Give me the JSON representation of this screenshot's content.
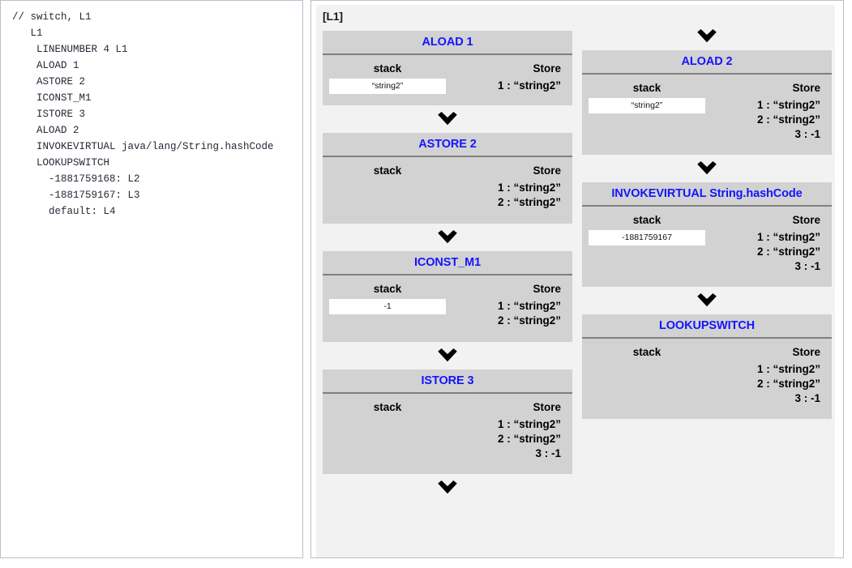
{
  "code_panel": {
    "lines": [
      "// switch, L1",
      "   L1",
      "    LINENUMBER 4 L1",
      "    ALOAD 1",
      "    ASTORE 2",
      "    ICONST_M1",
      "    ISTORE 3",
      "    ALOAD 2",
      "    INVOKEVIRTUAL java/lang/String.hashCode",
      "    LOOKUPSWITCH",
      "      -1881759168: L2",
      "      -1881759167: L3",
      "      default: L4"
    ]
  },
  "viz_panel": {
    "block_label": "[L1]",
    "stack_header": "stack",
    "store_header": "Store",
    "accent_color": "#1414ff",
    "card_bg": "#d2d2d2",
    "panel_bg": "#f2f2f2",
    "arrow_icon": "chevron-down-icon",
    "columns": [
      {
        "name": "left-column",
        "cards": [
          {
            "title": "ALOAD 1",
            "stack": [
              "“string2”"
            ],
            "store": [
              "1 : “string2”"
            ],
            "body_height": 62
          },
          {
            "title": "ASTORE 2",
            "stack": [],
            "store": [
              "1 : “string2”",
              "2 : “string2”"
            ],
            "body_height": 82
          },
          {
            "title": "ICONST_M1",
            "stack": [
              "-1"
            ],
            "store": [
              "1 : “string2”",
              "2 : “string2”"
            ],
            "body_height": 82
          },
          {
            "title": "ISTORE 3",
            "stack": [],
            "store": [
              "1 : “string2”",
              "2 : “string2”",
              "3 : -1"
            ],
            "body_height": 99
          }
        ],
        "trailing_arrow": true
      },
      {
        "name": "right-column",
        "leading_arrow": true,
        "cards": [
          {
            "title": "ALOAD 2",
            "stack": [
              "“string2”"
            ],
            "store": [
              "1 : “string2”",
              "2 : “string2”",
              "3 : -1"
            ],
            "body_height": 99
          },
          {
            "title": "INVOKEVIRTUAL String.hashCode",
            "stack": [
              "-1881759167"
            ],
            "store": [
              "1 : “string2”",
              "2 : “string2”",
              "3 : -1"
            ],
            "body_height": 99
          },
          {
            "title": "LOOKUPSWITCH",
            "stack": [],
            "store": [
              "1 : “string2”",
              "2 : “string2”",
              "3 : -1"
            ],
            "body_height": 99
          }
        ],
        "trailing_arrow": false
      }
    ]
  }
}
